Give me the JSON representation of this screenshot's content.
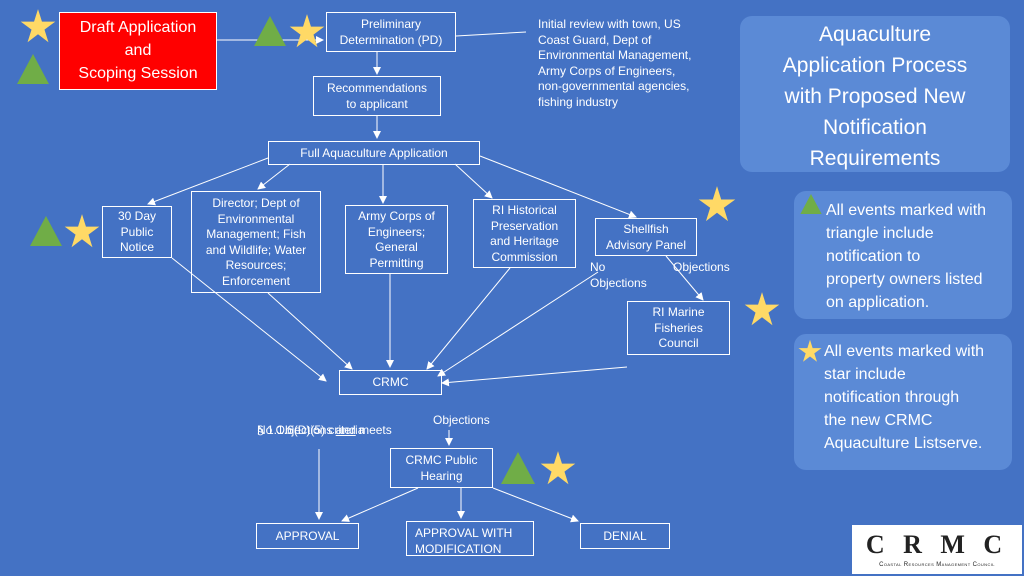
{
  "red_box": "Draft Application\nand\nScoping Session",
  "boxes": {
    "preliminary": "Preliminary\nDetermination (PD)",
    "recommendations": "Recommendations\nto applicant",
    "full_app": "Full Aquaculture Application",
    "public_notice": "30 Day\nPublic\nNotice",
    "director": "Director; Dept of\nEnvironmental\nManagement; Fish\nand Wildlife; Water\nResources;\nEnforcement",
    "army": "Army Corps of\nEngineers;\nGeneral\nPermitting",
    "ri_historical": "RI Historical\nPreservation\nand Heritage\nCommission",
    "shellfish": "Shellfish\nAdvisory Panel",
    "ri_marine": "RI Marine\nFisheries\nCouncil",
    "crmc": "CRMC",
    "crmc_hearing": "CRMC Public\nHearing",
    "approval": "APPROVAL",
    "approval_mod": "APPROVAL WITH\nMODIFICATION",
    "denial": "DENIAL"
  },
  "labels": {
    "initial_review": "Initial review with town, US\nCoast Guard, Dept of\nEnvironmental Management,\nArmy Corps of Engineers,\nnon-governmental agencies,\nfishing industry",
    "no_objections_shellfish": "No\nObjections",
    "objections_shellfish": "Objections",
    "no_objections_meets_prefix": "No Objections ",
    "no_objections_meets_and": "and",
    "no_objections_meets_suffix": " meets",
    "criteria": "§ 1.1.6(D)(5) criteria",
    "objections_crmc": "Objections"
  },
  "panel": {
    "title": "Aquaculture\nApplication Process\nwith Proposed New\nNotification\nRequirements",
    "triangle_note": "All events marked with\ntriangle include\nnotification to\nproperty owners listed\non application.",
    "star_note": "All events marked with\nstar include\nnotification through\nthe new CRMC\nAquaculture Listserve."
  },
  "logo": {
    "letters": "C R M C",
    "subtitle": "Coastal Resources Management Council"
  },
  "colors": {
    "background": "#4472C4",
    "star": "#FFD966",
    "triangle": "#70AD47",
    "red_box": "#FF0000"
  }
}
